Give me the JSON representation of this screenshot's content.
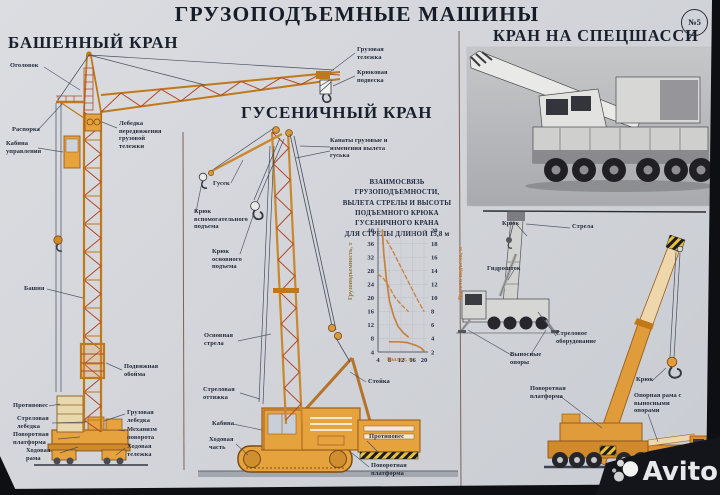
{
  "poster": {
    "title": "ГРУЗОПОДЪЕМНЫЕ МАШИНЫ",
    "badge": "№5",
    "sections": {
      "tower": {
        "heading": "БАШЕННЫЙ КРАН",
        "labels": {
          "ogolovok": "Оголовок",
          "gruzovaya_telezhka": "Грузовая тележка",
          "kryukovaya_podveska": "Крюковая подвеска",
          "rasporka": "Распорка",
          "lebedka_peredvizheniya": "Лебедка передвижения грузовой тележки",
          "kabina_upravleniya": "Кабина управления",
          "bashnya": "Башня",
          "podvizhnaya_oboyma": "Подвижная обойма",
          "protivoves": "Противовес",
          "strelovaya_lebedka": "Стреловая лебедка",
          "povorotnaya_platforma": "Поворотная платформа",
          "khodovaya_rama": "Ходовая рама",
          "gruzovaya_lebedka": "Грузовая лебедка",
          "mekhanizm_povorota": "Механизм поворота",
          "khodovaya_telezhka": "Ходовая тележка"
        }
      },
      "crawler": {
        "heading": "ГУСЕНИЧНЫЙ КРАН",
        "labels": {
          "kanaty": "Канаты грузовые и изменения вылета гуська",
          "gusek": "Гусек",
          "kryuk_vspomogatelnogo": "Крюк вспомогательного подъема",
          "kryuk_osnovnogo": "Крюк основного подъема",
          "osnovnaya_strela": "Основная стрела",
          "strelovaya_ottyazhka": "Стреловая оттяжка",
          "kabina": "Кабина",
          "khodovaya_chast": "Ходовая часть",
          "stoyka": "Стойка",
          "protivoves": "Противовес",
          "povorotnaya_platforma": "Поворотная платформа"
        }
      },
      "chassis": {
        "heading": "КРАН НА СПЕЦШАССИ",
        "labels": {
          "kryuk_levyi": "Крюк",
          "strela": "Стрела",
          "gidroshtok": "Гидрошток",
          "strelovoe_oborudovanie": "Стреловое оборудование",
          "vynosnye_opory": "Выносные опоры",
          "povorotnaya_platforma": "Поворотная платформа",
          "kryuk_pravyi": "Крюк",
          "opornaya_rama": "Опорная рама с выносными опорами"
        }
      }
    },
    "watermark": {
      "logo": "Avito"
    }
  },
  "chart_data": {
    "type": "line",
    "title": "ВЗАИМОСВЯЗЬ ГРУЗОПОДЪЕМНОСТИ,\nВЫЛЕТА СТРЕЛЫ И ВЫСОТЫ\nПОДЪЕМНОГО КРЮКА\nГУСЕНИЧНОГО КРАНА\nДЛЯ СТРЕЛЫ ДЛИНОЙ 15,8 м",
    "xlabel": "Вылет, м",
    "ylabel_left": "Грузоподъемность, т",
    "ylabel_right": "Высота подъема, м",
    "x_ticks": [
      4,
      8,
      12,
      16,
      20
    ],
    "x_range": [
      3,
      21
    ],
    "y_left_ticks": [
      4,
      8,
      12,
      16,
      20,
      24,
      28,
      32,
      36,
      40
    ],
    "y_left_range": [
      4,
      40
    ],
    "y_right_ticks": [
      2,
      4,
      6,
      8,
      10,
      12,
      14,
      16,
      18,
      20
    ],
    "y_right_range": [
      2,
      20
    ],
    "grid": true,
    "legend": false,
    "series": [
      {
        "name": "грузоподъемность — кривая 1 (сплошная)",
        "axis": "left",
        "style": "solid",
        "points": [
          [
            5.5,
            40
          ],
          [
            6,
            33
          ],
          [
            7,
            25
          ],
          [
            8,
            19
          ],
          [
            9.5,
            14.5
          ],
          [
            11,
            11.5
          ],
          [
            13,
            9.5
          ],
          [
            14.5,
            8.5
          ]
        ]
      },
      {
        "name": "грузоподъемность — кривая 2 (сплошная)",
        "axis": "left",
        "style": "solid",
        "points": [
          [
            8,
            7
          ],
          [
            11,
            7
          ],
          [
            14,
            6.8
          ],
          [
            17,
            6
          ],
          [
            19,
            5.2
          ],
          [
            20,
            4.3
          ]
        ]
      },
      {
        "name": "высота подъема — кривая 1 (штриховая)",
        "axis": "right",
        "style": "dashed",
        "points": [
          [
            7,
            18.5
          ],
          [
            9,
            17
          ],
          [
            12,
            14.5
          ],
          [
            15,
            12
          ],
          [
            18,
            9.5
          ],
          [
            20,
            8
          ]
        ]
      },
      {
        "name": "высота подъема — кривая 2 (штриховая)",
        "axis": "right",
        "style": "dashed",
        "points": [
          [
            4,
            13.5
          ],
          [
            6,
            12.8
          ],
          [
            8,
            11.5
          ],
          [
            10,
            10
          ],
          [
            12.5,
            8.8
          ],
          [
            14.5,
            8
          ]
        ]
      }
    ]
  }
}
